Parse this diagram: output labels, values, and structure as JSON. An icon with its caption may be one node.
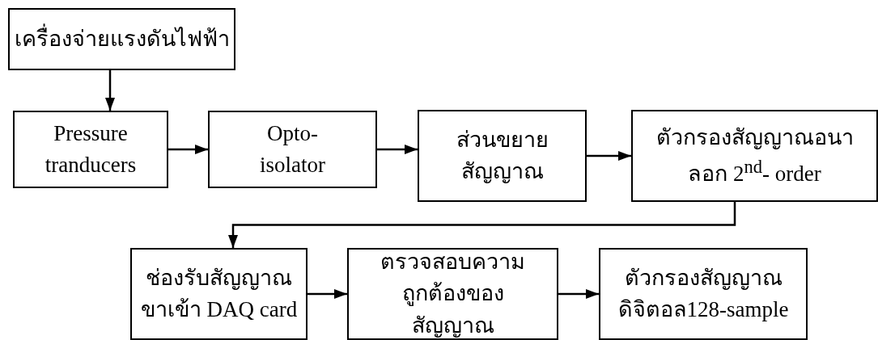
{
  "diagram": {
    "nodes": [
      {
        "text": [
          "เครื่องจ่ายแรงดันไฟฟ้า"
        ]
      },
      {
        "text": [
          "Pressure tranducers"
        ]
      },
      {
        "text": [
          "Opto- isolator"
        ]
      },
      {
        "text": [
          "ส่วนขยายสัญญาณ"
        ]
      },
      {
        "text": [
          "ตัวกรองสัญญาณอนาลอก 2$^{nd}$- order"
        ]
      },
      {
        "text": [
          "ช่องรับสัญญาณขาเข้า DAQ card"
        ]
      },
      {
        "text": [
          "ตรวจสอบความถูกต้องของสัญญาณ"
        ]
      },
      {
        "text": [
          "ตัวกรองสัญญาณดิจิตอล128-sample"
        ]
      }
    ],
    "edges": [
      {
        "from": 0,
        "to": 1,
        "arrow": "to"
      },
      {
        "from": 1,
        "to": 2,
        "arrow": "to"
      },
      {
        "from": 2,
        "to": 3,
        "arrow": "to"
      },
      {
        "from": 3,
        "to": 4,
        "arrow": "to"
      },
      {
        "from": 4,
        "to": 5,
        "arrow": "to"
      },
      {
        "from": 5,
        "to": 6,
        "arrow": "to"
      },
      {
        "from": 6,
        "to": 7,
        "arrow": "to"
      }
    ]
  }
}
